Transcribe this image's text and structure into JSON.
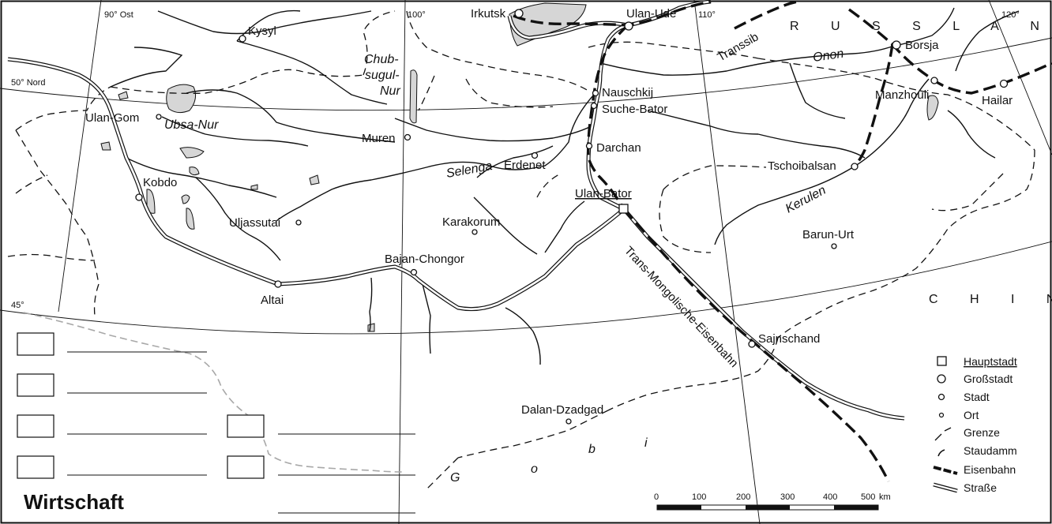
{
  "title": "Wirtschaft",
  "graticule": {
    "lon_90": "90° Ost",
    "lon_100": "100°",
    "lon_110": "110°",
    "lon_120": "120°",
    "lat_50": "50° Nord",
    "lat_45": "45°"
  },
  "countries": {
    "russia": "R U S S L A N D",
    "china": "C H I N A"
  },
  "cities": {
    "irkutsk": "Irkutsk",
    "ulan_ude": "Ulan-Ude",
    "kysyl": "Kysyl",
    "borsja": "Borsja",
    "nauschkij": "Nauschkij",
    "suche_bator": "Suche-Bator",
    "manzhouli": "Manzhouli",
    "hailar": "Hailar",
    "ulan_gom": "Ulan-Gom",
    "muren": "Muren",
    "darchan": "Darchan",
    "erdenet": "Erdenet",
    "kobdo": "Kobdo",
    "ulan_bator": "Ulan-Bator",
    "tschoibalsan": "Tschoibalsan",
    "uljassutai": "Uljassutai",
    "karakorum": "Karakorum",
    "barun_urt": "Barun-Urt",
    "bajan_chongor": "Bajan-Chongor",
    "altai": "Altai",
    "sajnschand": "Sajnschand",
    "dalan_dzadgad": "Dalan-Dzadgad"
  },
  "water": {
    "chubsugul_1": "Chub-",
    "chubsugul_2": "sugul-",
    "chubsugul_3": "Nur",
    "ubsa_nur": "Ubsa-Nur",
    "selenga": "Selenga",
    "onon": "Onon",
    "kerulen": "Kerulen"
  },
  "features": {
    "transsib": "Transsib",
    "trans_mongolian": "Trans-Mongolische-Eisenbahn",
    "gobi": [
      "G",
      "o",
      "b",
      "i"
    ]
  },
  "legend": {
    "capital": "Hauptstadt",
    "large_city": "Großstadt",
    "city": "Stadt",
    "town": "Ort",
    "border": "Grenze",
    "dam": "Staudamm",
    "railway": "Eisenbahn",
    "road": "Straße"
  },
  "scale": {
    "ticks": [
      "0",
      "100",
      "200",
      "300",
      "400",
      "500"
    ],
    "unit": "km"
  }
}
